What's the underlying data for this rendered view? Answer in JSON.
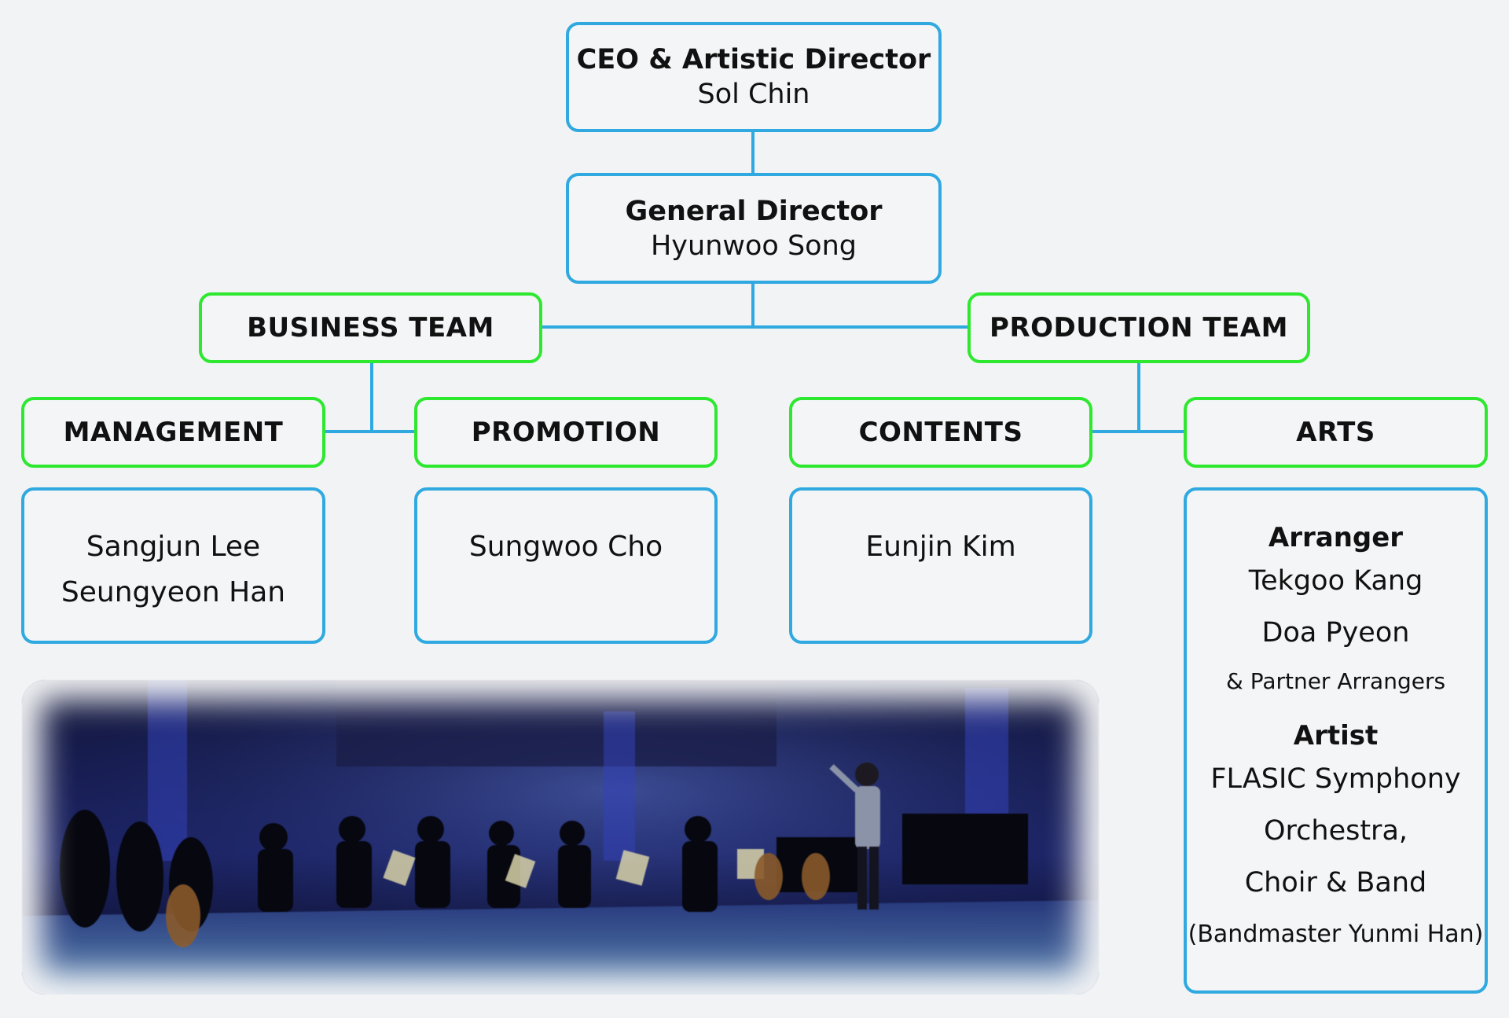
{
  "ceo": {
    "role": "CEO & Artistic Director",
    "name": "Sol Chin"
  },
  "general_director": {
    "role": "General Director",
    "name": "Hyunwoo Song"
  },
  "teams": {
    "business": "BUSINESS TEAM",
    "production": "PRODUCTION TEAM"
  },
  "departments": {
    "management": {
      "label": "MANAGEMENT",
      "members": [
        "Sangjun Lee",
        "Seungyeon Han"
      ]
    },
    "promotion": {
      "label": "PROMOTION",
      "members": [
        "Sungwoo Cho"
      ]
    },
    "contents": {
      "label": "CONTENTS",
      "members": [
        "Eunjin Kim"
      ]
    },
    "arts": {
      "label": "ARTS",
      "arranger_heading": "Arranger",
      "arrangers": [
        "Tekgoo Kang",
        "Doa Pyeon"
      ],
      "partners": "& Partner Arrangers",
      "artist_heading": "Artist",
      "artist_lines": [
        "FLASIC Symphony",
        "Orchestra,",
        "Choir & Band"
      ],
      "bandmaster": "(Bandmaster Yunmi Han)"
    }
  },
  "colors": {
    "executive_border": "#2fa9e0",
    "team_border": "#2ee830",
    "connector": "#2fa9e0",
    "background": "#f2f3f5"
  }
}
